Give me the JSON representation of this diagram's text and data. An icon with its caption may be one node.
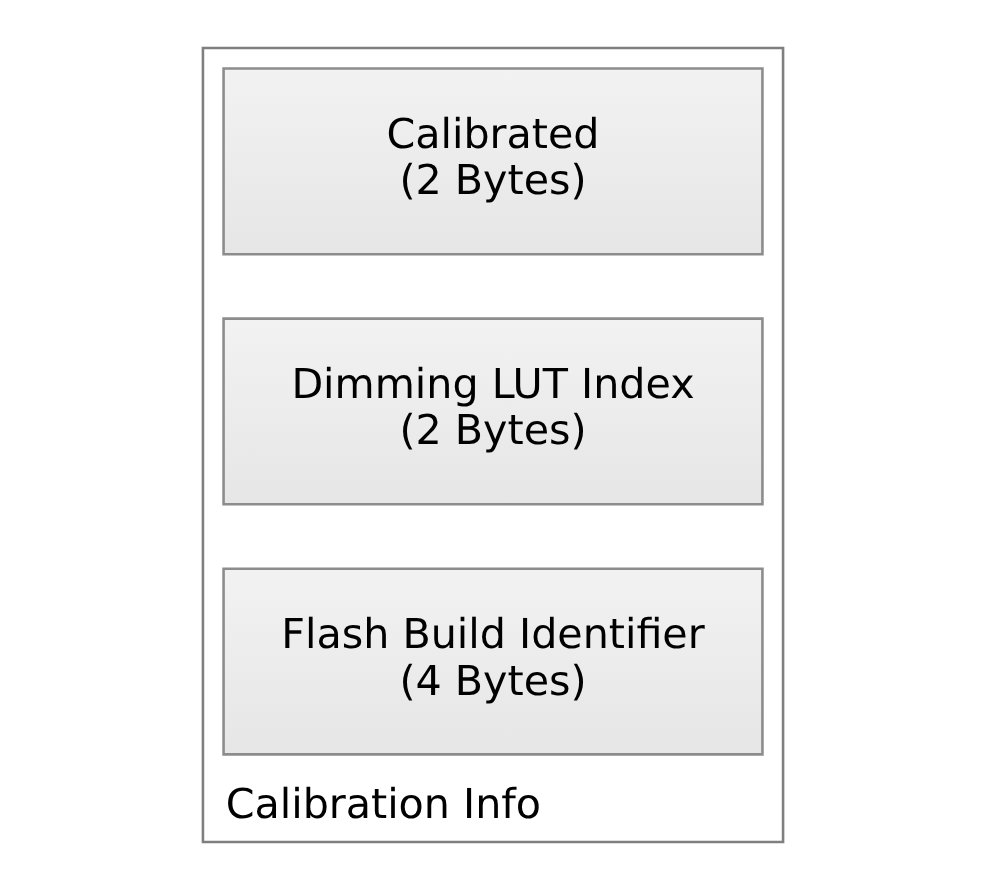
{
  "diagram": {
    "nodes": [
      {
        "text": [
          "Calibration Info"
        ]
      },
      {
        "text": [
          "Calibrated",
          "(2 Bytes)"
        ],
        "in": 0
      },
      {
        "text": [
          "Dimming LUT Index",
          "(2 Bytes)"
        ],
        "in": 0
      },
      {
        "text": [
          "Flash Build Identifier",
          "(4 Bytes)"
        ],
        "in": 0
      }
    ],
    "edges": []
  }
}
